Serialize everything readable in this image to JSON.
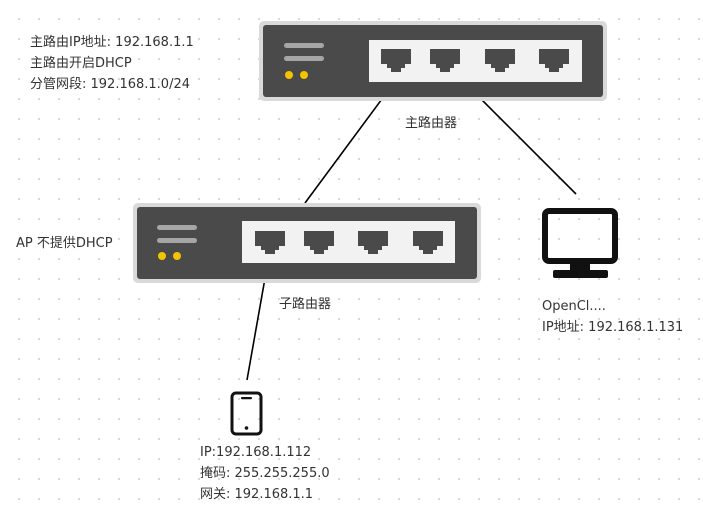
{
  "main_router": {
    "info_lines": [
      "主路由IP地址: 192.168.1.1",
      "主路由开启DHCP",
      "分管网段: 192.168.1.0/24"
    ],
    "label": "主路由器"
  },
  "sub_router": {
    "info_lines": [
      "AP 不提供DHCP"
    ],
    "label": "子路由器"
  },
  "computer": {
    "info_lines": [
      "OpenCl....",
      "IP地址: 192.168.1.131"
    ]
  },
  "phone": {
    "info_lines": [
      "IP:192.168.1.112",
      "掩码: 255.255.255.0",
      "网关: 192.168.1.1"
    ]
  },
  "colors": {
    "router_body": "#4a4a4a",
    "router_frame": "#d9d9d9",
    "port_panel": "#f2f2f2",
    "led": "#f5c400",
    "device": "#111111",
    "line": "#000000",
    "text": "#333333"
  },
  "icons": [
    "router-icon",
    "ethernet-port-icon",
    "monitor-icon",
    "smartphone-icon"
  ]
}
